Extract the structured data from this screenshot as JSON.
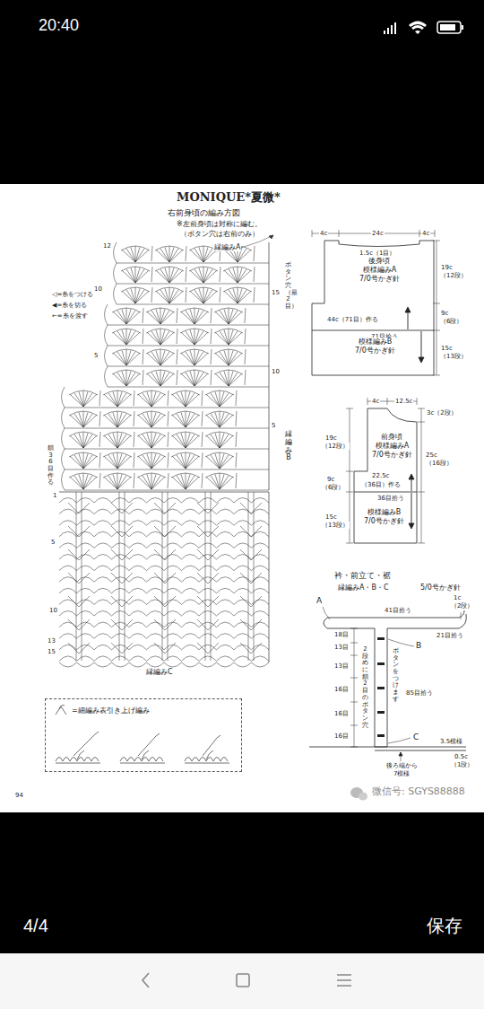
{
  "diagram": {
    "title": "MONIQUE*夏微*",
    "nodes": [
      {
        "text": [
          "後身頃",
          "模様編みA",
          "7/0号かぎ針"
        ]
      },
      {
        "text": [
          "模様編みB",
          "7/0号かぎ針"
        ]
      },
      {
        "text": [
          "前身頃",
          "模様編みA",
          "7/0号かぎ針"
        ]
      },
      {
        "text": [
          "模様編みB",
          "7/0号かぎ針"
        ]
      },
      {
        "text": [
          "=細編み表引き上げ編み"
        ]
      }
    ],
    "labels": [
      "20:40",
      "右前身頃の編み方図",
      "※左前身頃は対称に編む。",
      "（ボタン穴は右前のみ）",
      "縁編みA",
      "ボタン穴（最2目）",
      "縁編みB",
      "縁編みC",
      "鎖36目作る",
      "12",
      "10",
      "5",
      "15",
      "10",
      "5",
      "1",
      "5",
      "10",
      "13",
      "15",
      "4c",
      "24c",
      "4c",
      "1.5c（1目）",
      "19c",
      "（12段）",
      "9c",
      "（6段）",
      "15c",
      "（13段）",
      "44c（71目）作る",
      "71目拾う",
      "4c",
      "12.5c",
      "3c（2段）",
      "19c",
      "（12段）",
      "25c",
      "（16段）",
      "9c",
      "（6段）",
      "22.5c",
      "（36目）作る",
      "36目拾う",
      "15c",
      "（13段）",
      "衿・前立て・裾",
      "縁編みA・B・C",
      "5/0号かぎ針",
      "A",
      "41目拾う",
      "1c",
      "（2段）",
      "21目拾う",
      "B",
      "18目",
      "13目",
      "13目",
      "16目",
      "16目",
      "16目",
      "2段めに鎖2目のボタン穴",
      "ボタンをつけます",
      "85目拾う",
      "C",
      "3.5模様",
      "0.5c",
      "（1段）",
      "後ろ端から",
      "7模様",
      "94",
      "微信号: SGYS88888",
      "4/4",
      "保存"
    ],
    "legend": [
      {
        "text": "◁=糸をつける"
      },
      {
        "text": "◀=糸を切る"
      },
      {
        "text": "←=糸を渡す"
      }
    ]
  }
}
